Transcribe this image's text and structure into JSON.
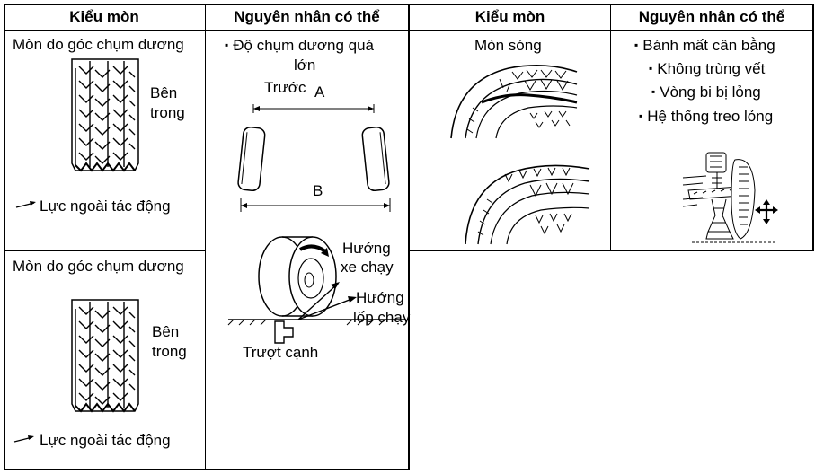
{
  "headers": {
    "col1": "Kiểu  mòn",
    "col2": "Nguyên nhân có thể",
    "col3": "Kiểu mòn",
    "col4": "Nguyên nhân có thể"
  },
  "row1": {
    "wear_type": "Mòn do góc chụm dương",
    "inner_label_line1": "Bên",
    "inner_label_line2": "trong",
    "force_label": "Lực ngoài tác động",
    "cause_line1": "Độ chụm dương quá",
    "cause_line2": "lớn",
    "front_label": "Trước",
    "point_a": "A",
    "point_b": "B",
    "direction_vehicle_line1": "Hướng",
    "direction_vehicle_line2": "xe chạy",
    "direction_tire_line1": "Hướng",
    "direction_tire_line2": "lốp chạy",
    "side_slip": "Trượt cạnh"
  },
  "row2": {
    "wear_type": "Mòn do góc chụm dương",
    "inner_label_line1": "Bên",
    "inner_label_line2": "trong",
    "force_label": "Lực ngoài tác động"
  },
  "right": {
    "wear_type": "Mòn sóng",
    "causes": [
      "Bánh mất cân bằng",
      "Không trùng vết",
      "Vòng bi bị lỏng",
      "Hệ thống treo lỏng"
    ]
  }
}
